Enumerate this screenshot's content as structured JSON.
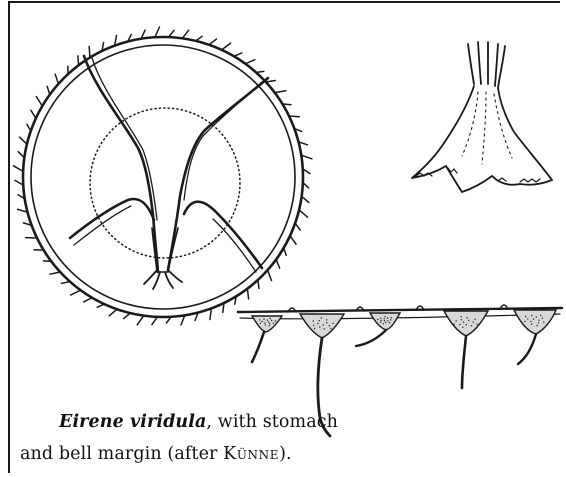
{
  "caption": {
    "species": "Eirene viridula",
    "line1_rest": ", with stomach",
    "line2_prefix": "and bell margin (after ",
    "author": "Künne",
    "line2_suffix": ")."
  },
  "colors": {
    "ink": "#1a1a1a",
    "paper": "#ffffff"
  }
}
